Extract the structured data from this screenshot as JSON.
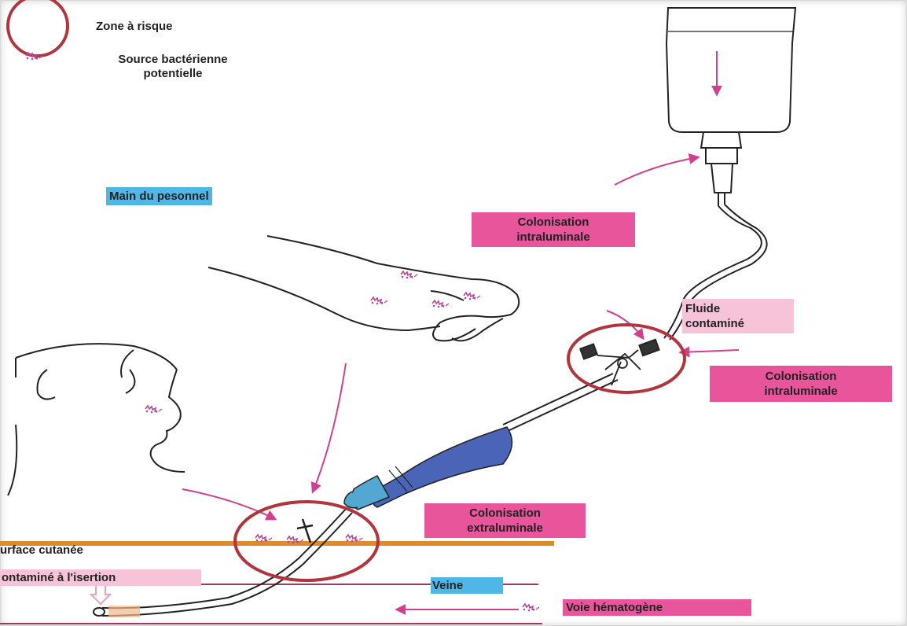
{
  "legend": {
    "risk_zone": "Zone à risque",
    "bacterial_source_line1": "Source bactérienne",
    "bacterial_source_line2": "potentielle"
  },
  "labels": {
    "staff_hand": "Main du pesonnel",
    "colonisation_intra_top_l1": "Colonisation",
    "colonisation_intra_top_l2": "intraluminale",
    "contaminated_fluid_l1": "Fluide",
    "contaminated_fluid_l2": "contaminé",
    "colonisation_intra_mid_l1": "Colonisation",
    "colonisation_intra_mid_l2": "intraluminale",
    "colonisation_extra_l1": "Colonisation",
    "colonisation_extra_l2": "extraluminale",
    "skin_surface": "urface cutanée",
    "contaminated_insertion": "ontaminé à l'isertion",
    "vein": "Veine",
    "hematogenous_route": "Voie hématogène"
  },
  "colors": {
    "risk_circle": "#b0353d",
    "arrow": "#d23f8c",
    "label_pink": "#e8559a",
    "label_light_pink": "#f7c3d8",
    "label_blue": "#4fb7e6",
    "skin": "#e08a2e",
    "vein": "#9c3b5e",
    "catheter_dark": "#4a64b8",
    "catheter_light": "#52a8d0"
  },
  "icons": [
    "risk-zone-circle-icon",
    "bacteria-cluster-icon",
    "arrow-icon",
    "iv-bag-icon",
    "hand-icon",
    "head-icon",
    "catheter-icon"
  ]
}
